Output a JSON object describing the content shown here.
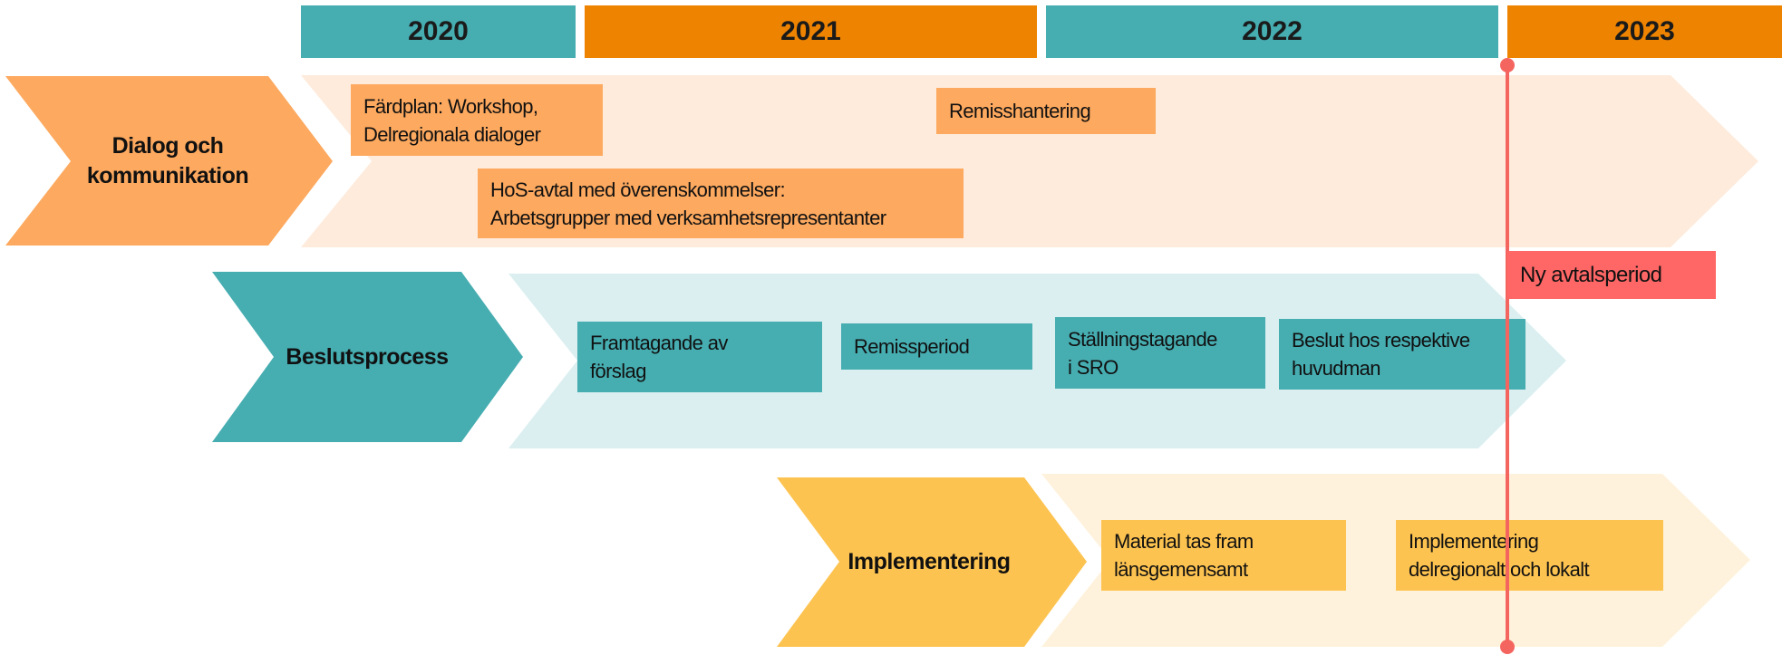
{
  "colors": {
    "teal": "#46adb1",
    "orange": "#ee8300",
    "light_orange": "#fda95f",
    "peach": "#feebdc",
    "light_teal": "#dbeff0",
    "yellow": "#fdc350",
    "light_yellow": "#fff2dc",
    "red": "#f5655f",
    "red_box": "#fe6766"
  },
  "years": [
    "2020",
    "2021",
    "2022",
    "2023"
  ],
  "marker": {
    "label": "Ny avtalsperiod"
  },
  "rows": [
    {
      "label": "Dialog och\nkommunikation",
      "items": [
        "Färdplan: Workshop,\nDelregionala dialoger",
        "Remisshantering",
        "HoS-avtal med överenskommelser:\nArbetsgrupper med verksamhetsrepresentanter"
      ]
    },
    {
      "label": "Beslutsprocess",
      "items": [
        "Framtagande av\nförslag",
        "Remissperiod",
        "Ställningstagande\ni SRO",
        "Beslut hos respektive\nhuvudman"
      ]
    },
    {
      "label": "Implementering",
      "items": [
        "Material tas fram\nlänsgemensamt",
        "Implementering\ndelregionalt och lokalt"
      ]
    }
  ]
}
